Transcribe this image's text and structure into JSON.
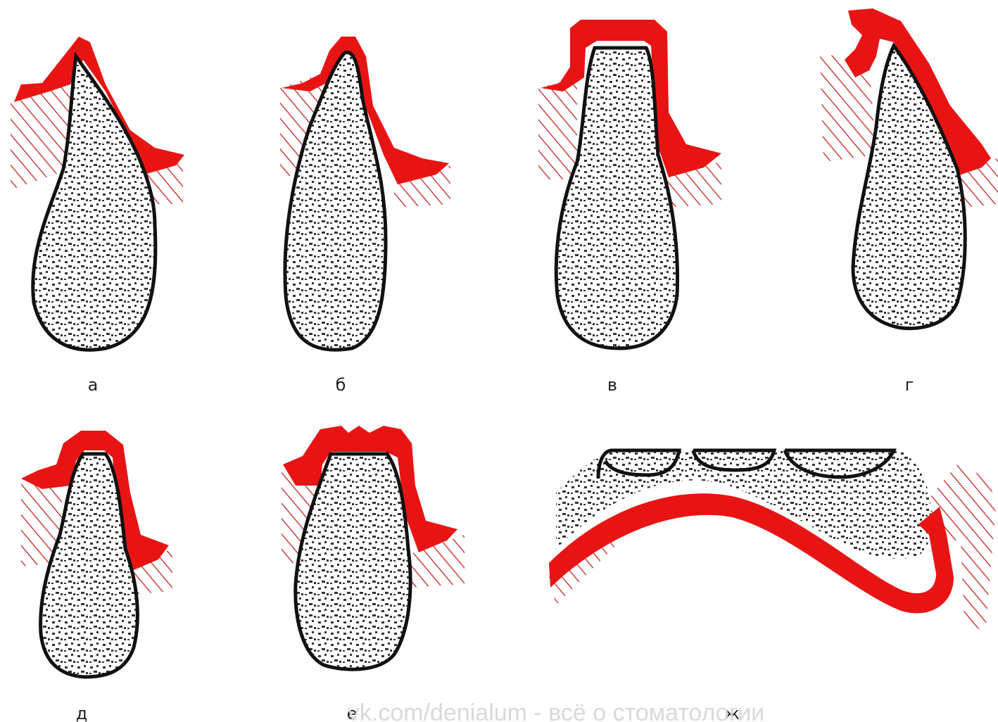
{
  "figure": {
    "colors": {
      "mucosa": "#e81414",
      "hatching": "#c94040",
      "bone_outline": "#111111",
      "background": "#ffffff"
    },
    "panels": [
      {
        "label": "а"
      },
      {
        "label": "б"
      },
      {
        "label": "в"
      },
      {
        "label": "г"
      },
      {
        "label": "д"
      },
      {
        "label": "е"
      },
      {
        "label": "ж"
      }
    ],
    "watermark": "vk.com/denialum - всё о стоматологии"
  }
}
